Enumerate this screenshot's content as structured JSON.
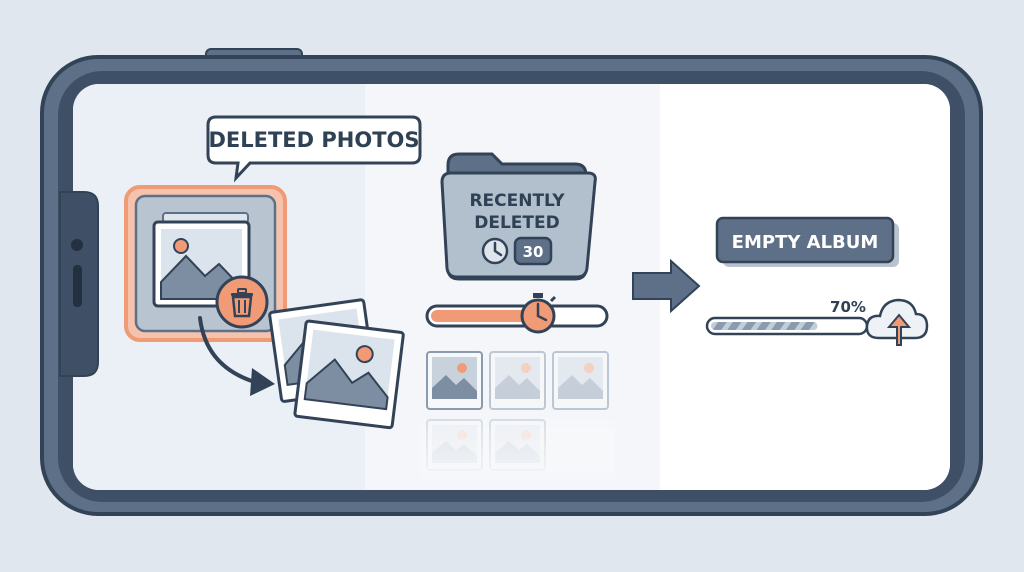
{
  "scene": {
    "panel_left": {
      "bubble_label": "DELETED PHOTOS",
      "icons": [
        "photo-icon",
        "trash-icon",
        "arrow-icon",
        "photo-stack-icon"
      ]
    },
    "panel_middle": {
      "folder_label_line1": "RECENTLY",
      "folder_label_line2": "DELETED",
      "days_badge": "30",
      "retention_fill": 0.62,
      "icons": [
        "folder-icon",
        "clock-icon",
        "stopwatch-icon",
        "thumbnail-grid"
      ]
    },
    "panel_right": {
      "status_label": "EMPTY ALBUM",
      "progress_text": "70%",
      "progress_value": 0.7,
      "icons": [
        "arrow-right-icon",
        "cloud-upload-icon"
      ]
    }
  },
  "colors": {
    "frame": "#5e7087",
    "frame_dark": "#334357",
    "accent_orange": "#f19a76",
    "slate": "#7d8ea3",
    "panel_left_bg": "#ebf0f6",
    "panel_middle_bg": "#f4f6f9",
    "panel_right_bg": "#ffffff"
  }
}
